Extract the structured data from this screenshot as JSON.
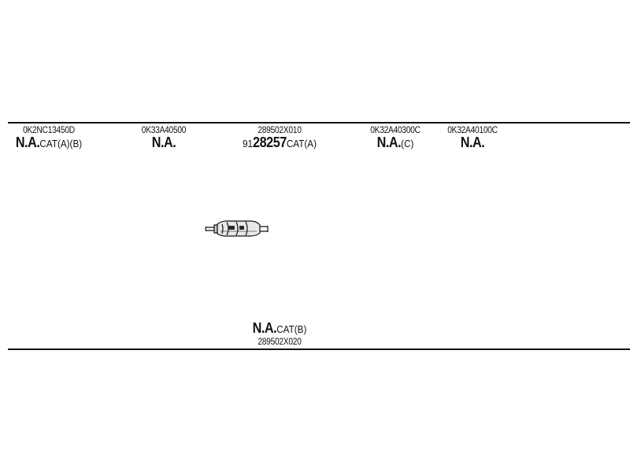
{
  "parts_top": [
    {
      "part_number": "0K2NC13450D",
      "code": {
        "prefix": "",
        "main": "N.A.",
        "suffix": "CAT(A)(B)"
      }
    },
    {
      "part_number": "0K33A40500",
      "code": {
        "prefix": "",
        "main": "N.A.",
        "suffix": ""
      }
    },
    {
      "part_number": "289502X010",
      "code": {
        "prefix": "91",
        "main": "28257",
        "suffix": "CAT(A)"
      }
    },
    {
      "part_number": "0K32A40300C",
      "code": {
        "prefix": "",
        "main": "N.A.",
        "suffix": "(C)"
      }
    },
    {
      "part_number": "0K32A40100C",
      "code": {
        "prefix": "",
        "main": "N.A.",
        "suffix": ""
      }
    }
  ],
  "parts_bottom": [
    {
      "part_number": "289502X020",
      "code": {
        "prefix": "",
        "main": "N.A.",
        "suffix": "CAT(B)"
      }
    }
  ],
  "icons": {
    "converter": "catalytic-converter-icon"
  },
  "colors": {
    "ink": "#111111",
    "background": "#ffffff"
  }
}
